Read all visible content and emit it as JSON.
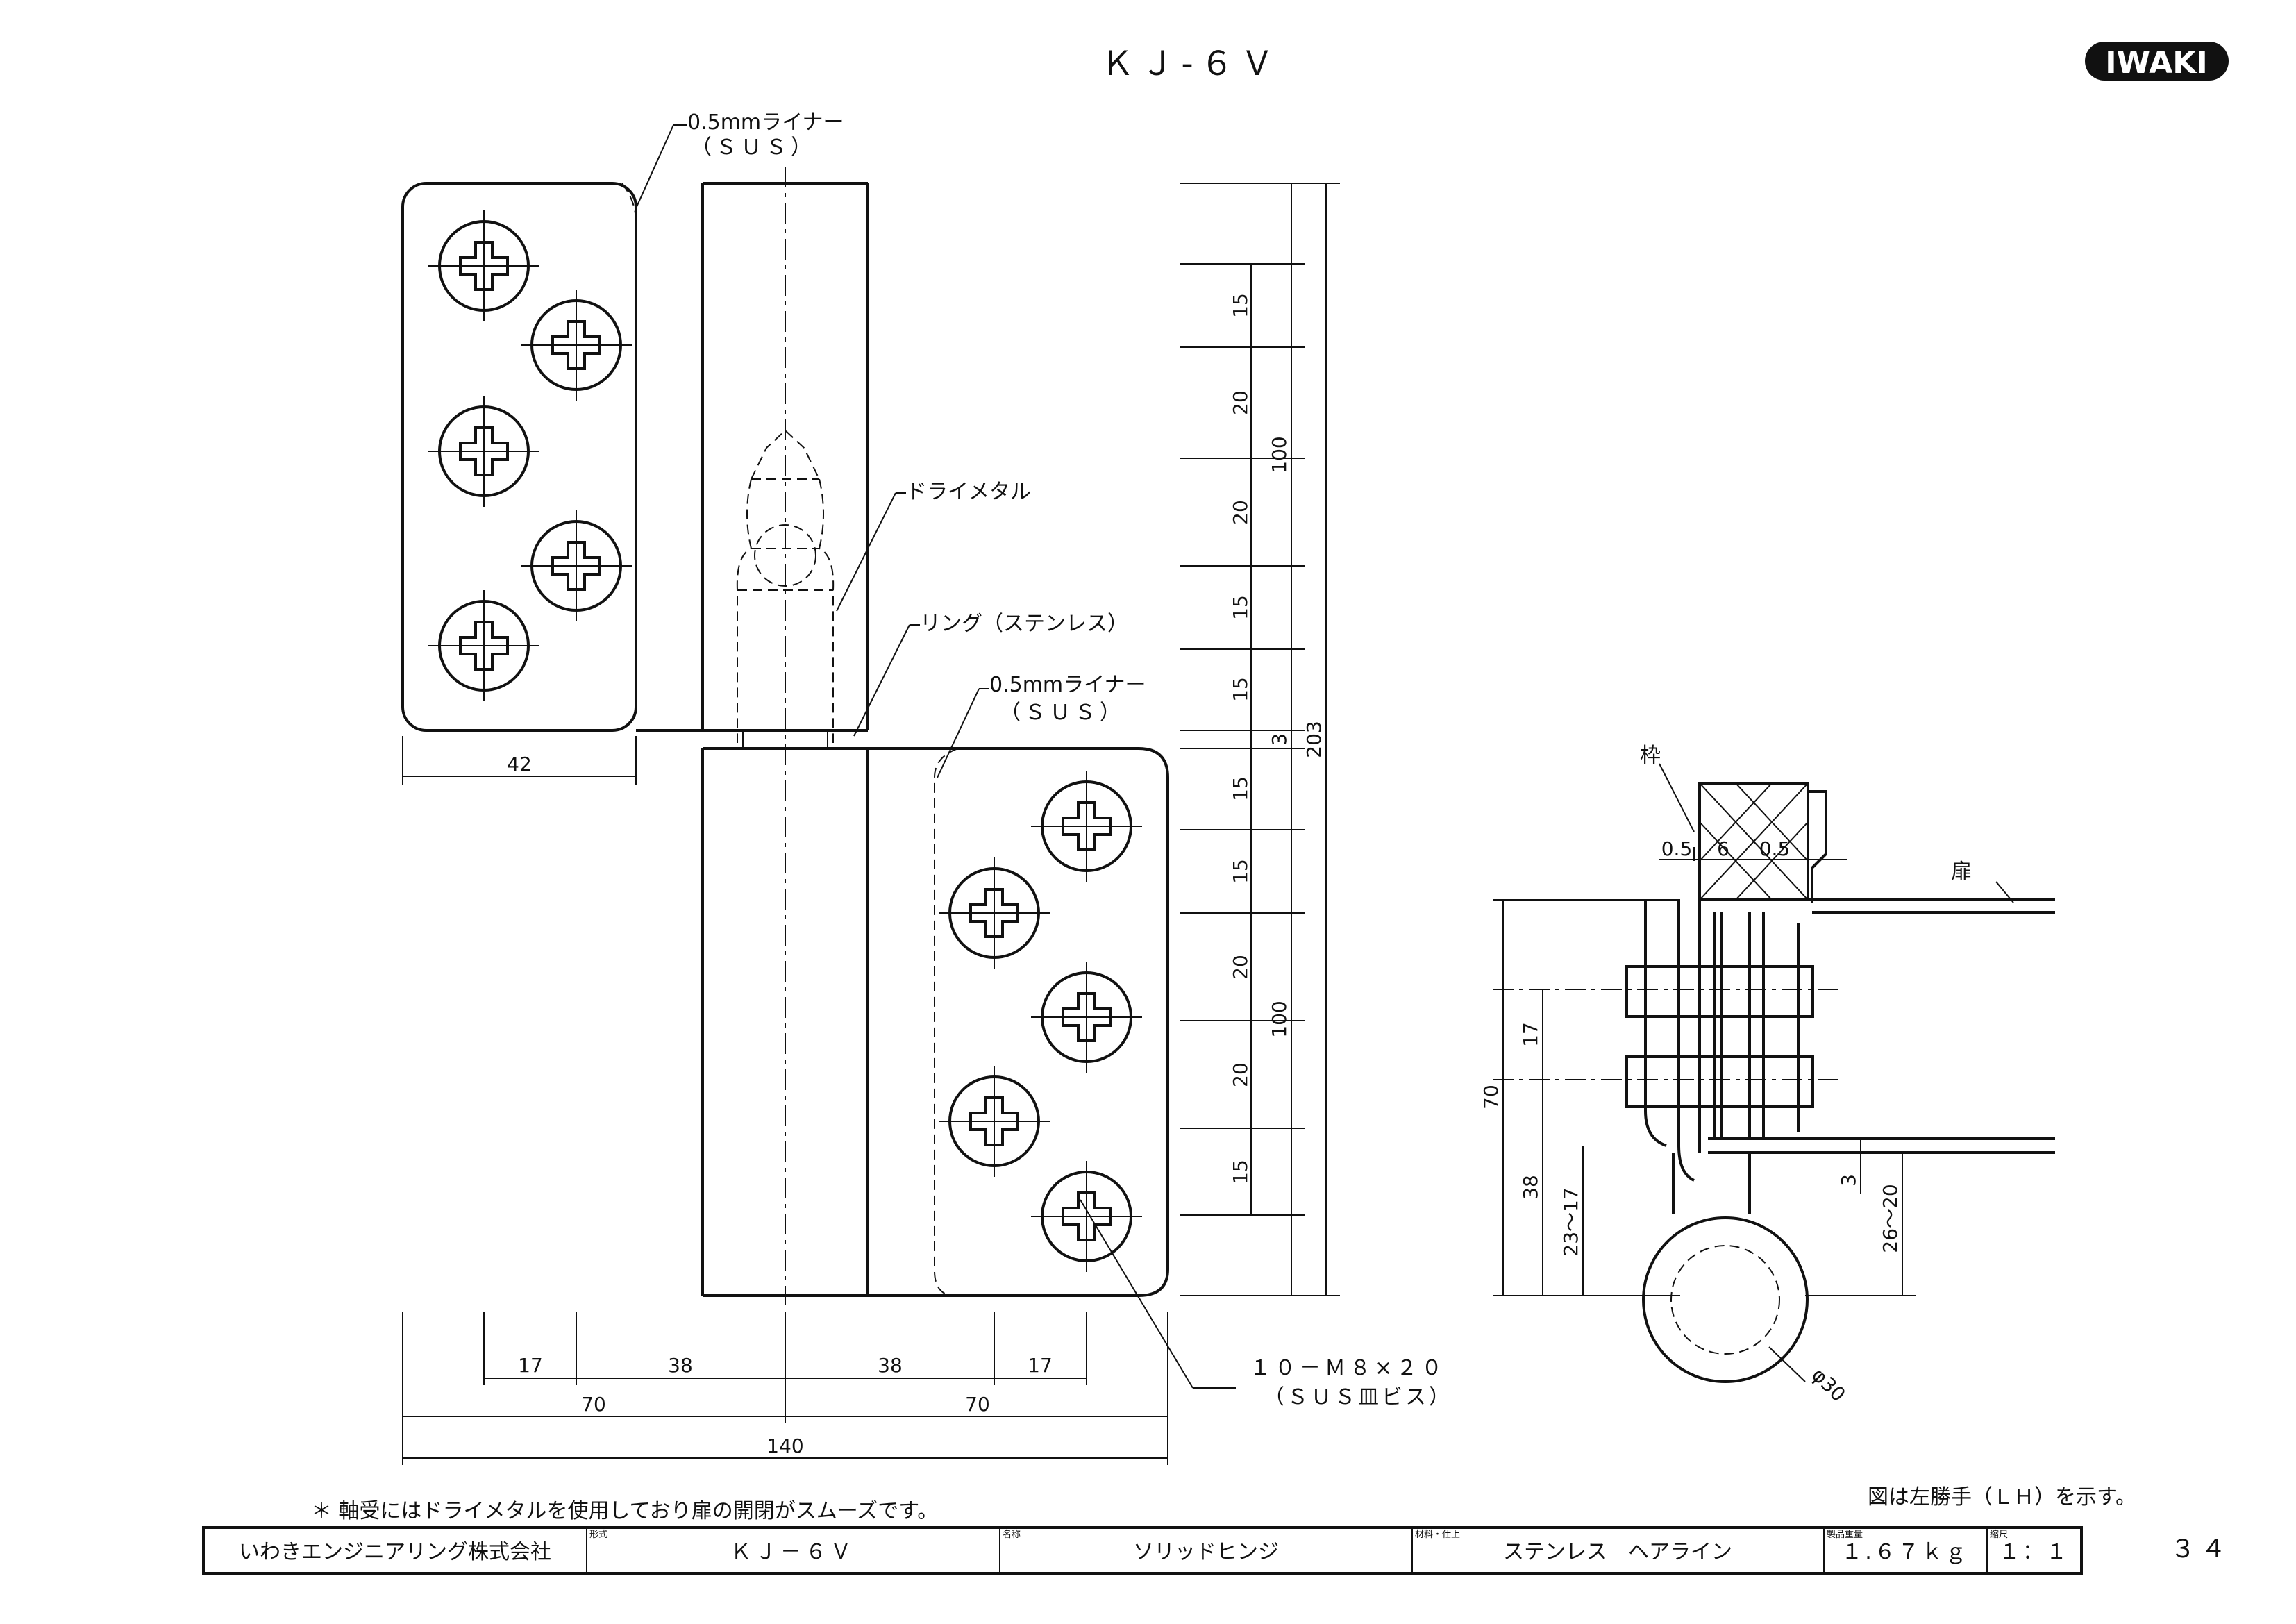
{
  "title": "ＫＪ-６Ｖ",
  "brand": "IWAKI",
  "page_number": "３４",
  "note": "＊ 軸受にはドライメタルを使用しており扉の開閉がスムーズです。",
  "hand_note": "図は左勝手（ＬＨ）を示す。",
  "callouts": {
    "liner_top_1": "0.5mmライナー",
    "liner_top_2": "（ＳＵＳ）",
    "dry_metal": "ドライメタル",
    "ring": "リング（ステンレス）",
    "liner_mid_1": "0.5mmライナー",
    "liner_mid_2": "（ＳＵＳ）",
    "screws_1": "１０－Ｍ８×２０",
    "screws_2": "（ＳＵＳ皿ビス）",
    "frame": "枠",
    "door": "扉"
  },
  "dims": {
    "top_leaf_width": "42",
    "v_segments": [
      "15",
      "20",
      "20",
      "15",
      "15",
      "3",
      "15",
      "15",
      "20",
      "20",
      "15"
    ],
    "v_100_top": "100",
    "v_100_bottom": "100",
    "v_3": "3",
    "v_203": "203",
    "h_17_left": "17",
    "h_38_left": "38",
    "h_38_right": "38",
    "h_17_right": "17",
    "h_70_left": "70",
    "h_70_right": "70",
    "h_140": "140",
    "sec_05_left": "0.5",
    "sec_6": "6",
    "sec_05_right": "0.5",
    "sec_70": "70",
    "sec_17": "17",
    "sec_38": "38",
    "sec_23_17": "23～17",
    "sec_3": "3",
    "sec_26_20": "26～20",
    "sec_dia": "φ30"
  },
  "title_block": {
    "company": "いわきエンジニアリング株式会社",
    "model_label": "形式",
    "model": "ＫＪ－６Ｖ",
    "name_label": "名称",
    "name": "ソリッドヒンジ",
    "material_label": "材料・仕上",
    "material": "ステンレス　ヘアライン",
    "weight_label": "製品重量",
    "weight": "１.６７ｋｇ",
    "scale_label": "縮尺",
    "scale": "１：１"
  }
}
